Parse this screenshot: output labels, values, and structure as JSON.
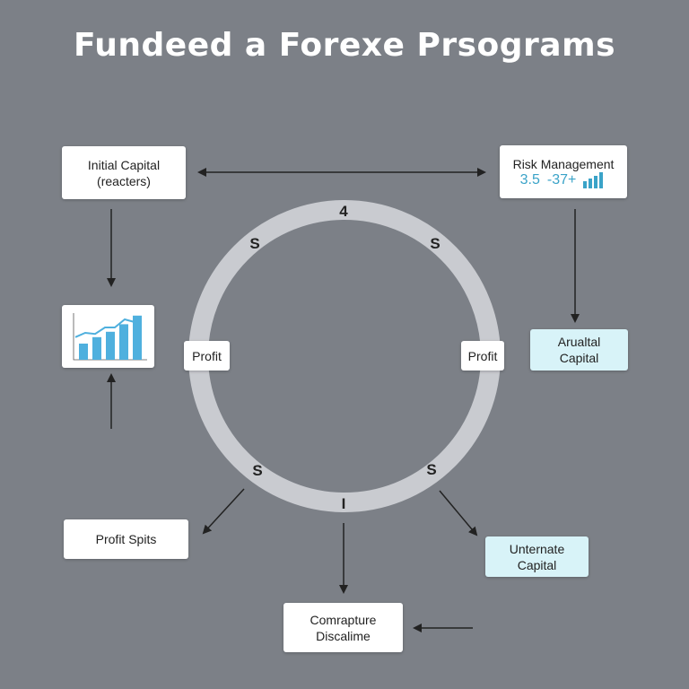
{
  "title": "Fundeed a Forexe Prsograms",
  "colors": {
    "background": "#7c8087",
    "ring": "#c9cbd0",
    "accent": "#3aa3c8",
    "cyan_box": "#d8f3f8"
  },
  "boxes": {
    "initial_capital": {
      "line1": "Initial Capital",
      "line2": "(reacters)"
    },
    "risk_management": {
      "line1": "Risk Management",
      "value1": "3.5",
      "value2": "-37+"
    },
    "arualtal_capital": {
      "line1": "Arualtal",
      "line2": "Capital"
    },
    "profit_left": "Profit",
    "profit_right": "Profit",
    "profit_splits": "Profit Spits",
    "unternate_capital": {
      "line1": "Unternate",
      "line2": "Capital"
    },
    "comrapture": {
      "line1": "Comrapture",
      "line2": "Discalime"
    }
  },
  "ring_labels": [
    "4",
    "S",
    "S",
    "S",
    "S",
    "I"
  ],
  "mini_chart": {
    "bars": [
      30,
      42,
      52,
      66,
      82
    ],
    "line": [
      42,
      50,
      48,
      60,
      60,
      75,
      70
    ]
  }
}
